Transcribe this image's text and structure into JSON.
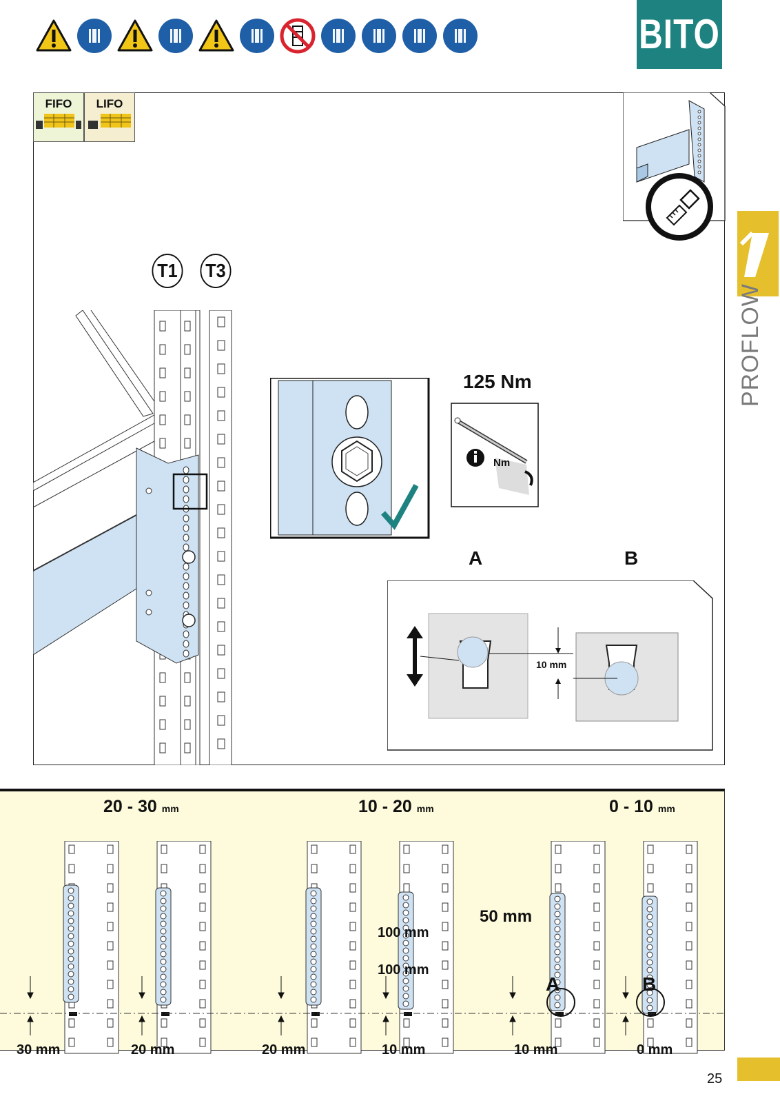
{
  "safety_icons": [
    {
      "name": "general-warning-icon",
      "kind": "warn",
      "color": "#f2c617"
    },
    {
      "name": "safety-boots-icon",
      "kind": "mand",
      "color": "#1e5fa8"
    },
    {
      "name": "slip-hazard-icon",
      "kind": "warn",
      "color": "#f2c617"
    },
    {
      "name": "safety-glasses-icon",
      "kind": "mand",
      "color": "#1e5fa8"
    },
    {
      "name": "hand-crush-warning-icon",
      "kind": "warn",
      "color": "#f2c617"
    },
    {
      "name": "hi-vis-vest-icon",
      "kind": "mand",
      "color": "#1e5fa8"
    },
    {
      "name": "no-climbing-icon",
      "kind": "prohib",
      "color": "#d9232e"
    },
    {
      "name": "general-mandatory-icon",
      "kind": "mand",
      "color": "#1e5fa8"
    },
    {
      "name": "protective-gloves-icon",
      "kind": "mand",
      "color": "#1e5fa8"
    },
    {
      "name": "ear-protection-icon",
      "kind": "mand",
      "color": "#1e5fa8"
    },
    {
      "name": "safety-harness-icon",
      "kind": "mand",
      "color": "#1e5fa8"
    }
  ],
  "brand": {
    "logo_text": "BITO",
    "color": "#1e8380"
  },
  "flow_types": [
    "FIFO",
    "LIFO"
  ],
  "variants": [
    "T1",
    "T3"
  ],
  "torque": {
    "value": "125 Nm",
    "unit_on_icon": "Nm"
  },
  "positions": {
    "a": "A",
    "b": "B"
  },
  "offset_detail": "10 mm",
  "side_tab": {
    "section": "PROFLOW",
    "accent": "#e5c02c"
  },
  "adjust_ranges": [
    {
      "value": "20 - 30",
      "unit": "mm"
    },
    {
      "value": "10 - 20",
      "unit": "mm"
    },
    {
      "value": "0 - 10",
      "unit": "mm"
    }
  ],
  "bottom_measures": [
    "30 mm",
    "20 mm",
    "20 mm",
    "10 mm",
    "10 mm",
    "0 mm"
  ],
  "spacing_labels": {
    "hole_pitch": "50 mm",
    "gap1": "100 mm",
    "gap2": "100 mm"
  },
  "bottom_positions": {
    "a": "A",
    "b": "B"
  },
  "page_number": "25"
}
